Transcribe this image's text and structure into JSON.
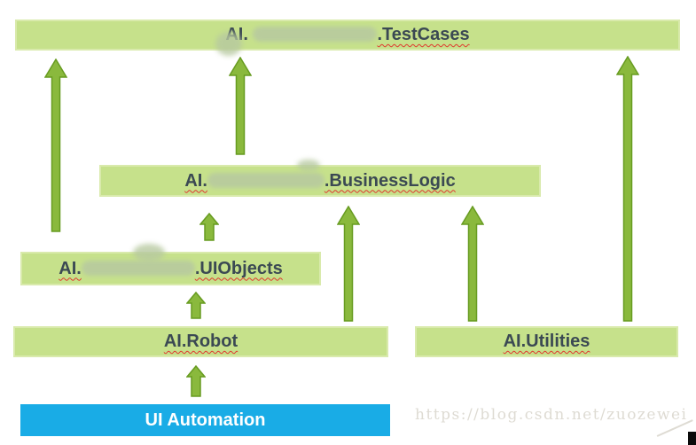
{
  "diagram": {
    "nodes": {
      "testcases": {
        "prefix": "AI. ",
        "suffix": ".TestCases",
        "redacted": true
      },
      "businesslogic": {
        "prefix": "AI.",
        "suffix": ".BusinessLogic",
        "redacted": true
      },
      "uiobjects": {
        "prefix": "AI.",
        "suffix": ".UIObjects",
        "redacted": true
      },
      "robot": {
        "label": "AI.Robot"
      },
      "utilities": {
        "label": "AI.Utilities"
      },
      "ui_automation": {
        "label": "UI Automation"
      }
    },
    "edges": [
      {
        "from": "uiobjects",
        "to": "testcases"
      },
      {
        "from": "businesslogic",
        "to": "testcases"
      },
      {
        "from": "utilities",
        "to": "testcases"
      },
      {
        "from": "uiobjects",
        "to": "businesslogic"
      },
      {
        "from": "robot",
        "to": "businesslogic"
      },
      {
        "from": "utilities",
        "to": "businesslogic"
      },
      {
        "from": "robot",
        "to": "uiobjects"
      },
      {
        "from": "ui_automation",
        "to": "robot"
      }
    ],
    "colors": {
      "box_green": "#c6e18b",
      "arrow_green": "#8ab93d",
      "arrow_border": "#679b20",
      "base_blue": "#19ace6",
      "text_dark": "#3b4953",
      "squiggle_red": "#e0382e",
      "watermark_gray": "#dedbd3"
    }
  },
  "watermark": {
    "text": "https://blog.csdn.net/zuozewei"
  }
}
